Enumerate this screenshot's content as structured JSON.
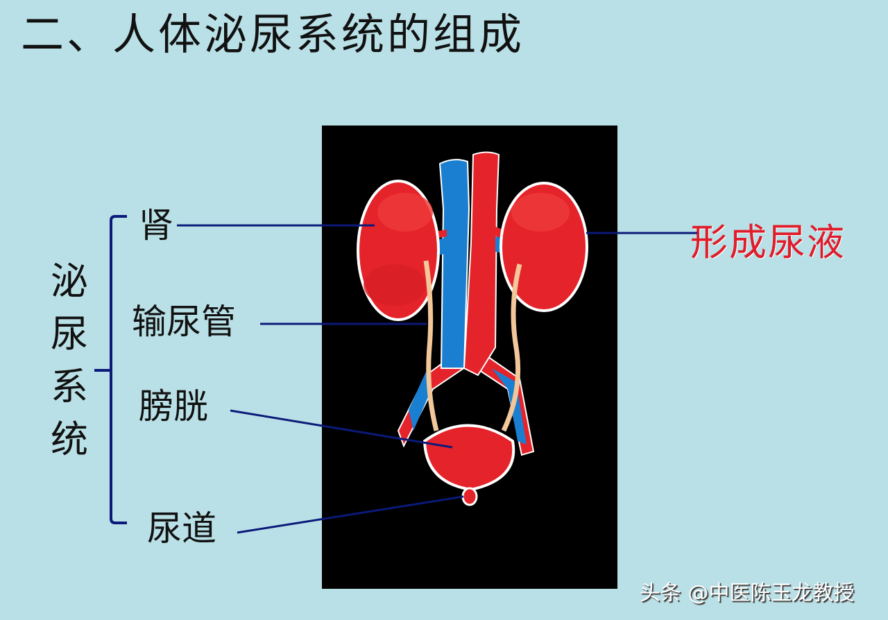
{
  "title": "二、人体泌尿系统的组成",
  "system_label": [
    "泌",
    "尿",
    "系",
    "统"
  ],
  "organs": [
    {
      "label": "肾",
      "function": "形成尿液"
    },
    {
      "label": "输尿管"
    },
    {
      "label": "膀胱"
    },
    {
      "label": "尿道"
    }
  ],
  "function_label": "形成尿液",
  "watermark": "头条 @中医陈玉龙教授",
  "colors": {
    "background": "#b9e0e6",
    "leader_line": "#0b1a7a",
    "function_text": "#e01c2a",
    "organ_red": "#e5232a",
    "vein_blue": "#1a7fd0",
    "ureter": "#f2c79a"
  }
}
